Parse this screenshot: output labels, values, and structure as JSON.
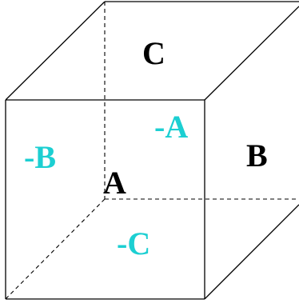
{
  "colors": {
    "positive_label": "#000000",
    "negative_label": "#1ccfd2"
  },
  "labels": {
    "top": "C",
    "right": "B",
    "center": "A",
    "front_upper": "-A",
    "front_left": "-B",
    "front_lower": "-C"
  }
}
